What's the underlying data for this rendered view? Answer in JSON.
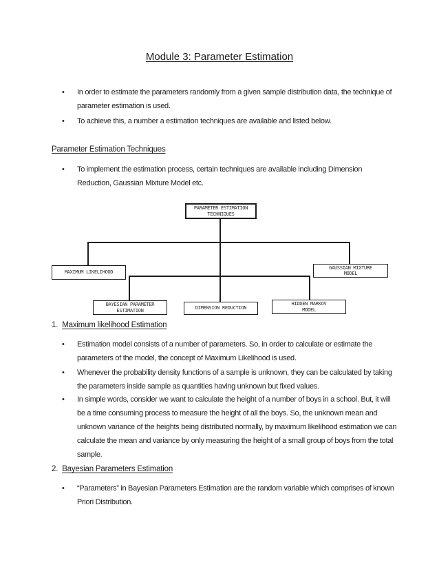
{
  "document": {
    "title": "Module 3: Parameter Estimation",
    "bullet_glyph": "•",
    "intro": {
      "bullets": [
        "In order to estimate the parameters randomly from a given sample distribution data, the technique of parameter estimation is used.",
        "To achieve this, a number a estimation techniques are available and listed below."
      ]
    },
    "techniques_section": {
      "heading": "Parameter Estimation Techniques",
      "bullets": [
        "To implement the estimation process, certain techniques are available including Dimension Reduction, Gaussian Mixture Model etc."
      ]
    },
    "diagram": {
      "root": [
        "PARAMETER ESTIMATION",
        "TECHNIQUES"
      ],
      "maximum_likelihood": [
        "MAXIMUM LIKELIHOOD"
      ],
      "gaussian_mixture": [
        "GAUSSIAN MIXTURE",
        "MODEL"
      ],
      "bayesian": [
        "BAYESIAN PARAMETER",
        "ESTIMATION"
      ],
      "dimension_reduction": [
        "DIMENSION REDUCTION"
      ],
      "hidden_markov": [
        "HIDDEN MARKOV",
        "MODEL"
      ]
    },
    "section1": {
      "number": "1.",
      "heading": "Maximum likelihood Estimation",
      "bullets": [
        "Estimation model consists of a number of parameters. So, in order to calculate or estimate the parameters of the model, the concept of Maximum Likelihood is used.",
        "Whenever the probability density functions of a sample is unknown, they can be calculated by taking the parameters inside sample as quantities having unknown but fixed values.",
        "In simple words, consider we want to calculate the height of a number of boys in a school. But, it will be a time consuming process to measure the height of all the boys. So, the unknown mean and unknown variance of the heights being distributed normally, by maximum likelihood estimation we can calculate the mean and variance by only measuring the height of a small group of boys from the total sample."
      ]
    },
    "section2": {
      "number": "2.",
      "heading": "Bayesian Parameters Estimation",
      "bullets": [
        "“Parameters” in Bayesian Parameters Estimation are the random variable which comprises of known Priori Distribution."
      ]
    },
    "colors": {
      "text": "#1f1f1f",
      "line": "#1c1c1c",
      "background": "#ffffff"
    }
  }
}
